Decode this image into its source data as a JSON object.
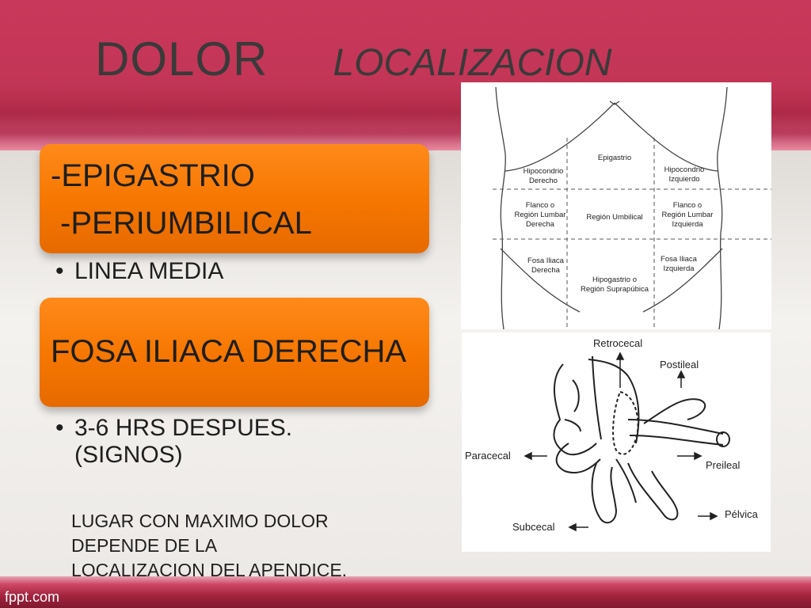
{
  "title": {
    "main": "DOLOR",
    "sub": "LOCALIZACION"
  },
  "box1": {
    "line1": "-EPIGASTRIO",
    "line2": "-PERIUMBILICAL"
  },
  "bullet1": "LINEA MEDIA",
  "box2": {
    "label": "FOSA ILIACA DERECHA"
  },
  "bullet2": {
    "line1": "3-6 HRS DESPUES.",
    "line2": "(SIGNOS)"
  },
  "note": [
    "LUGAR CON MAXIMO DOLOR",
    "DEPENDE DE LA",
    "LOCALIZACION DEL APENDICE."
  ],
  "figure1": {
    "regions": {
      "epigastrio": "Epigastrio",
      "hipocondrio_derecho": [
        "Hipocondrio",
        "Derecho"
      ],
      "hipocondrio_izquierdo": [
        "Hipocondrio",
        "Izquierdo"
      ],
      "flanco_derecho": [
        "Flanco o",
        "Región Lumbar",
        "Derecha"
      ],
      "umbilical": "Región Umbilical",
      "flanco_izquierdo": [
        "Flanco o",
        "Región Lumbar",
        "Izquierda"
      ],
      "fosa_derecha": [
        "Fosa Iliaca",
        "Derecha"
      ],
      "hipogastrio": [
        "Hipogastrio o",
        "Región Suprapúbica"
      ],
      "fosa_izquierda": [
        "Fosa Iliaca",
        "Izquierda"
      ]
    }
  },
  "figure2": {
    "labels": {
      "retrocecal": "Retrocecal",
      "postileal": "Postileal",
      "paracecal": "Paracecal",
      "preileal": "Preileal",
      "subcecal": "Subcecal",
      "pelvica": "Pélvica"
    }
  },
  "footer": "fppt.com",
  "colors": {
    "band": "#c8385a",
    "box": "#f57600",
    "background": "#e9e6e3"
  }
}
